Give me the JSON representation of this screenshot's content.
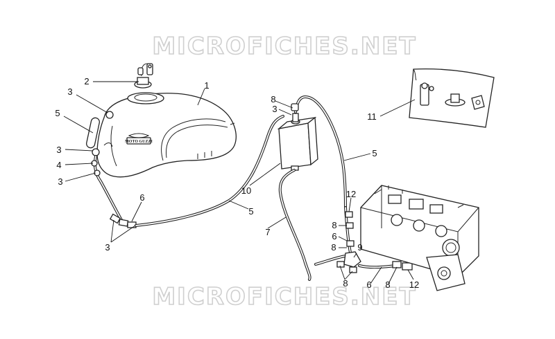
{
  "watermark": {
    "text_top": "MICROFICHES.NET",
    "text_bottom": "MICROFICHES.NET"
  },
  "tank_logo": "MOTO GUZZI",
  "callouts": {
    "c1": "1",
    "c2": "2",
    "c3a": "3",
    "c5a": "5",
    "c3b": "3",
    "c4": "4",
    "c3c": "3",
    "c6a": "6",
    "c3d": "3",
    "c8a": "8",
    "c3e": "3",
    "c10": "10",
    "c5b": "5",
    "c7": "7",
    "c5c": "5",
    "c11": "11",
    "c12a": "12",
    "c8b": "8",
    "c6b": "6",
    "c8c": "8",
    "c9": "9",
    "c8d": "8",
    "c6c": "6",
    "c8e": "8",
    "c12b": "12"
  }
}
